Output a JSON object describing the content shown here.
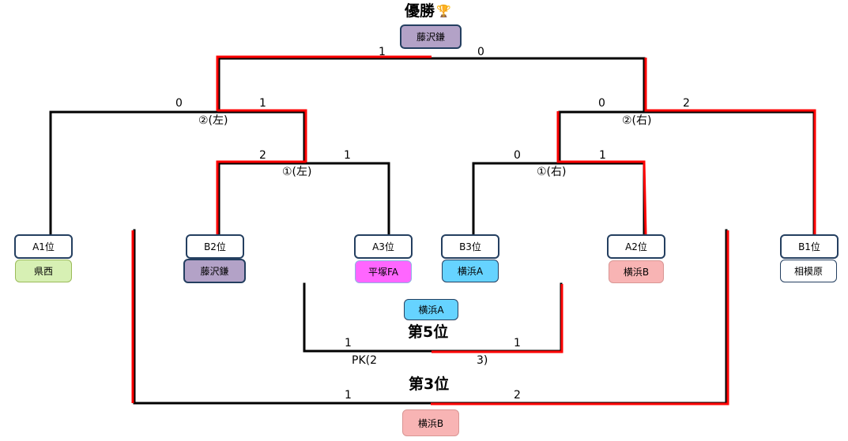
{
  "colors": {
    "winner_line": "#ff0000",
    "line": "#000000",
    "box_border": "#243f60",
    "fujisawa": "#b3a2c7",
    "kensai": "#d7f0b4",
    "hiratsuka": "#ff66ff",
    "yokohamaA": "#66d3ff",
    "yokohamaB": "#f8b4b4",
    "sagamihara": "#ffffff"
  },
  "final": {
    "title": "優勝",
    "trophy_icon": "trophy-icon",
    "champion": "藤沢鎌",
    "score_left": "1",
    "score_right": "0"
  },
  "semis": {
    "left": {
      "label": "②(左)",
      "score_left": "0",
      "score_right": "1"
    },
    "right": {
      "label": "②(右)",
      "score_left": "0",
      "score_right": "2"
    }
  },
  "quarters": {
    "left": {
      "label": "①(左)",
      "score_left": "2",
      "score_right": "1"
    },
    "right": {
      "label": "①(右)",
      "score_left": "0",
      "score_right": "1"
    }
  },
  "seeds": [
    {
      "seed": "A1位",
      "team": "県西"
    },
    {
      "seed": "B2位",
      "team": "藤沢鎌"
    },
    {
      "seed": "A3位",
      "team": "平塚FA"
    },
    {
      "seed": "B3位",
      "team": "横浜A"
    },
    {
      "seed": "A2位",
      "team": "横浜B"
    },
    {
      "seed": "B1位",
      "team": "相模原"
    }
  ],
  "fifth_place": {
    "title": "第5位",
    "winner": "横浜A",
    "score_left": "1",
    "score_right": "1",
    "pk_left": "PK(2",
    "pk_right": "3)"
  },
  "third_place": {
    "title": "第3位",
    "winner": "横浜B",
    "score_left": "1",
    "score_right": "2"
  }
}
